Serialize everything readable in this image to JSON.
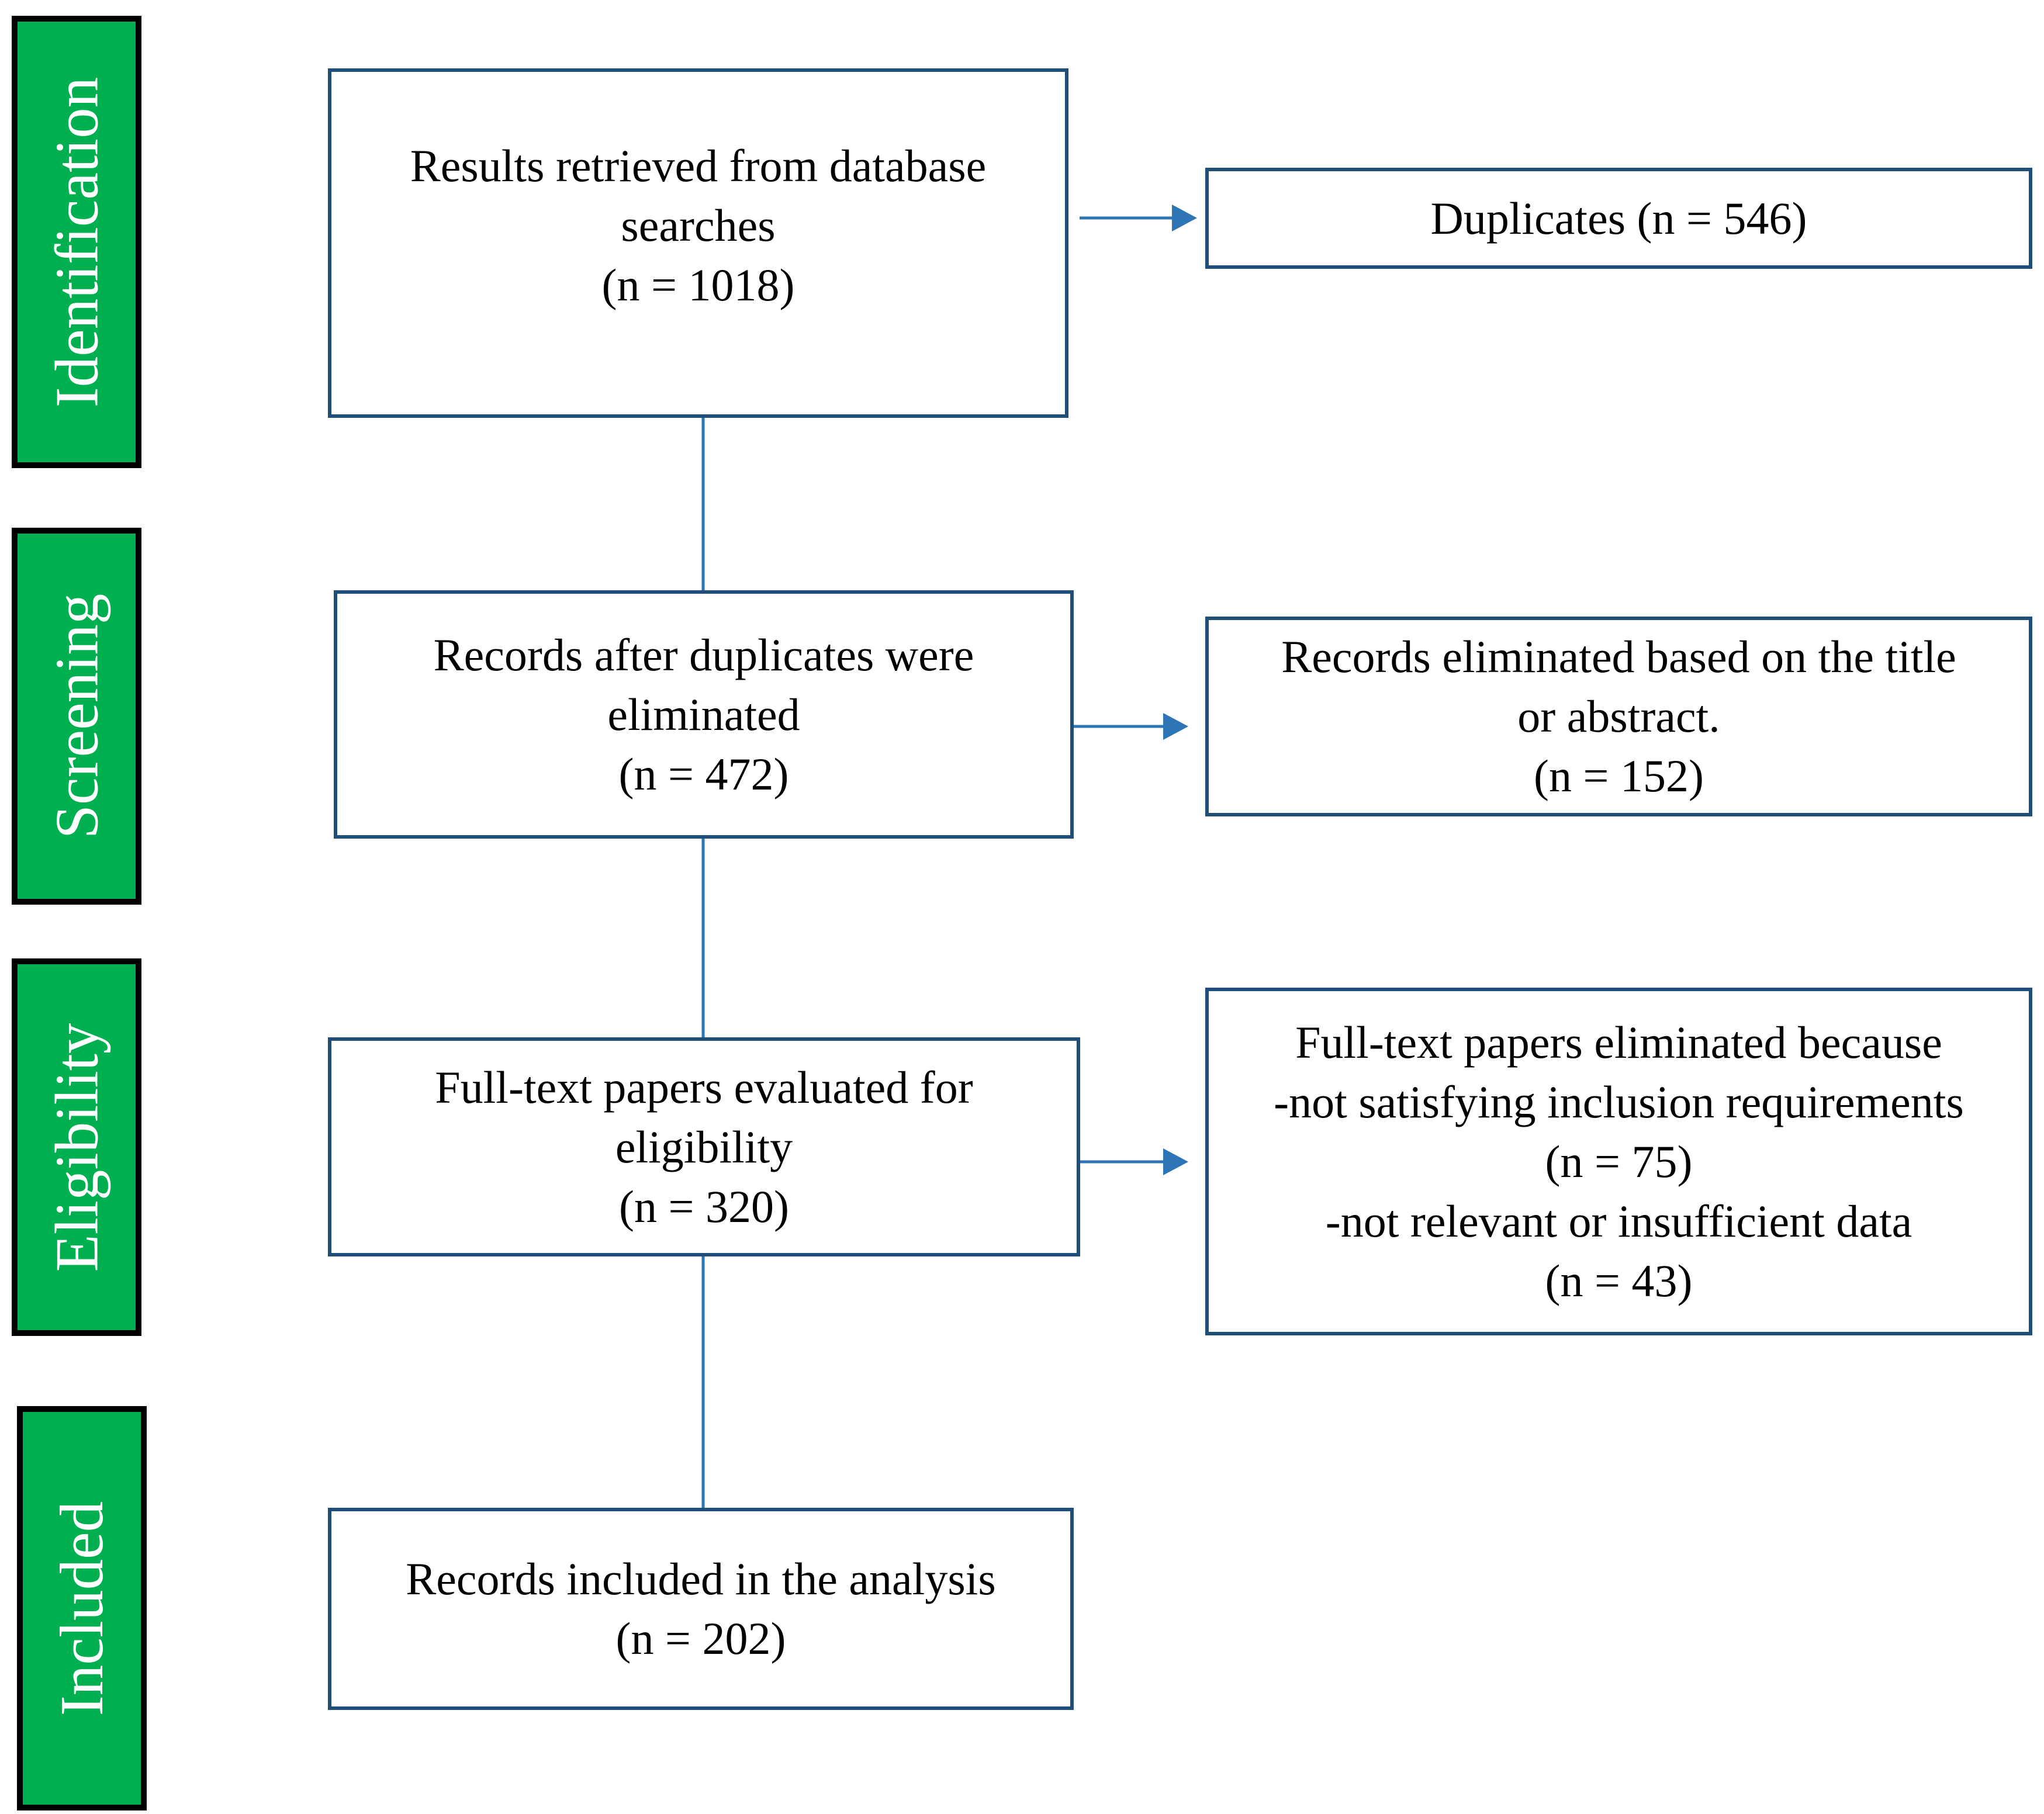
{
  "phases": {
    "identification": "Identification",
    "screening": "Screening",
    "eligibility": "Eligibility",
    "included": "Included"
  },
  "main_boxes": {
    "retrieved": {
      "line1": "Results retrieved from database",
      "line2": "searches",
      "count": "(n = 1018)"
    },
    "after_duplicates": {
      "line1": "Records after duplicates were",
      "line2": "eliminated",
      "count": "(n = 472)"
    },
    "full_text": {
      "line1": "Full-text papers evaluated for",
      "line2": "eligibility",
      "count": "(n = 320)"
    },
    "included": {
      "line1": "Records included in the analysis",
      "count": "(n = 202)"
    }
  },
  "side_boxes": {
    "duplicates": {
      "text": "Duplicates (n = 546)"
    },
    "title_abstract": {
      "line1": "Records eliminated based on the title",
      "line2": "or abstract.",
      "count": "(n = 152)"
    },
    "full_text_excluded": {
      "line1": "Full-text papers eliminated because",
      "line2": "-not satisfying inclusion requirements",
      "count1": "(n = 75)",
      "line3": "-not relevant or insufficient data",
      "count2": "(n = 43)"
    }
  },
  "colors": {
    "phase_fill": "#00b050",
    "phase_border": "#000000",
    "box_border": "#1f4e79",
    "arrow": "#2e75b6"
  }
}
